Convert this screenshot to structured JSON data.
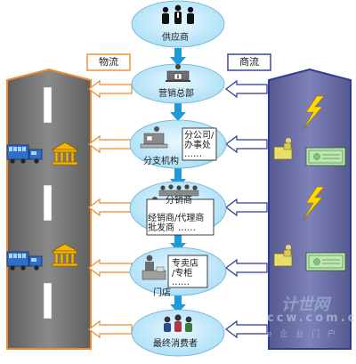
{
  "colors": {
    "logistics": "#f08a2a",
    "commerce": "#2f3c93",
    "flow_arrow": "#1e9ad6",
    "ellipse": "#c7ecfb",
    "left_band": "#7f7f7f",
    "right_band": "#6e72ab"
  },
  "labels": {
    "logistics": "物流",
    "commerce": "商流"
  },
  "nodes": [
    {
      "id": "supplier",
      "label": "供应商",
      "icon": "people-group-icon"
    },
    {
      "id": "sales-hq",
      "label": "营销总部",
      "icon": "office-desk-icon"
    },
    {
      "id": "branch",
      "label": "分支机构",
      "icon": "office-desk-icon",
      "box": [
        "分公司/",
        "办事处",
        "……"
      ]
    },
    {
      "id": "distributor",
      "label": "分销商",
      "icon": "audience-icon",
      "box": [
        "经销商/代理商",
        "批发商",
        "……"
      ]
    },
    {
      "id": "store",
      "label": "门店",
      "icon": "cashier-icon",
      "box": [
        "专卖店",
        "/专柜",
        "……"
      ]
    },
    {
      "id": "consumer",
      "label": "最终消费者",
      "icon": "consumers-icon"
    }
  ],
  "watermark": {
    "main": "计世网",
    "sub": "ccw.com.cn",
    "tagline": "e 企 业 门 户"
  }
}
